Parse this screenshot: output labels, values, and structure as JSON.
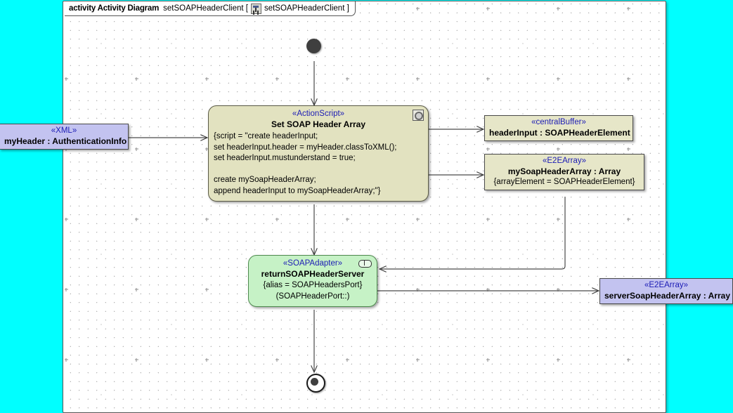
{
  "frame": {
    "keyword": "activity Activity Diagram",
    "name": "setSOAPHeaderClient [",
    "icon": "diagram-icon",
    "inner_name": "setSOAPHeaderClient ]"
  },
  "colors": {
    "canvas": "#00FFFF",
    "frame_bg": "#FFFFFF",
    "object_lavender": "#C3C3F0",
    "object_tan": "#E6E6C8",
    "action_tan": "#E2E2C0",
    "action_green": "#C6F2C6",
    "stereotype_text": "#1B1BB5",
    "connector": "#555555"
  },
  "nodes": {
    "initial": {
      "name": "initial-node"
    },
    "final": {
      "name": "activity-final-node"
    },
    "my_header": {
      "stereotype": "«XML»",
      "label": "myHeader : AuthenticationInfo"
    },
    "set_soap_header_array": {
      "stereotype": "«ActionScript»",
      "label": "Set SOAP Header Array",
      "icon": "action-script-icon",
      "body": "{script = \"create headerInput;\nset headerInput.header = myHeader.classToXML();\nset headerInput.mustunderstand = true;\n\ncreate mySoapHeaderArray;\nappend headerInput to mySoapHeaderArray;\"}"
    },
    "header_input": {
      "stereotype": "«centralBuffer»",
      "label": "headerInput : SOAPHeaderElement"
    },
    "my_soap_header_array": {
      "stereotype": "«E2EArray»",
      "label": "mySoapHeaderArray : Array",
      "property": "{arrayElement = SOAPHeaderElement}"
    },
    "return_soap_header_server": {
      "stereotype": "«SOAPAdapter»",
      "label": "returnSOAPHeaderServer",
      "icon": "soap-port-icon",
      "line1": "{alias = SOAPHeadersPort}",
      "line2": "(SOAPHeaderPort::)"
    },
    "server_soap_header_array": {
      "stereotype": "«E2EArray»",
      "label": "serverSoapHeaderArray : Array"
    }
  },
  "connectors": [
    {
      "name": "flow-initial-to-action",
      "from": "initial",
      "to": "set_soap_header_array"
    },
    {
      "name": "flow-myheader-to-action",
      "from": "my_header",
      "to": "set_soap_header_array"
    },
    {
      "name": "flow-action-to-headerinput",
      "from": "set_soap_header_array",
      "to": "header_input"
    },
    {
      "name": "flow-action-to-mysoapheaderarray",
      "from": "set_soap_header_array",
      "to": "my_soap_header_array"
    },
    {
      "name": "flow-action-to-soapadapter",
      "from": "set_soap_header_array",
      "to": "return_soap_header_server"
    },
    {
      "name": "flow-mysoapheaderarray-to-soapadapter",
      "from": "my_soap_header_array",
      "to": "return_soap_header_server"
    },
    {
      "name": "flow-soapadapter-to-serverarray",
      "from": "return_soap_header_server",
      "to": "server_soap_header_array"
    },
    {
      "name": "flow-soapadapter-to-final",
      "from": "return_soap_header_server",
      "to": "final"
    }
  ]
}
